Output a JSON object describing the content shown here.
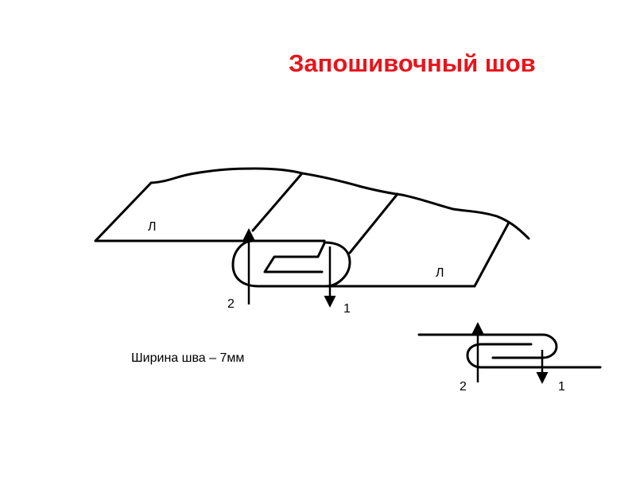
{
  "title": "Запошивочный шов",
  "colors": {
    "title": "#e8141b",
    "lines": "#000000",
    "background": "#ffffff"
  },
  "main_diagram": {
    "face_label_left": "Л",
    "face_label_right": "Л",
    "needle_2": "2",
    "needle_1": "1"
  },
  "seam_width_caption": "Ширина шва – 7мм",
  "small_diagram": {
    "needle_2": "2",
    "needle_1": "1"
  }
}
